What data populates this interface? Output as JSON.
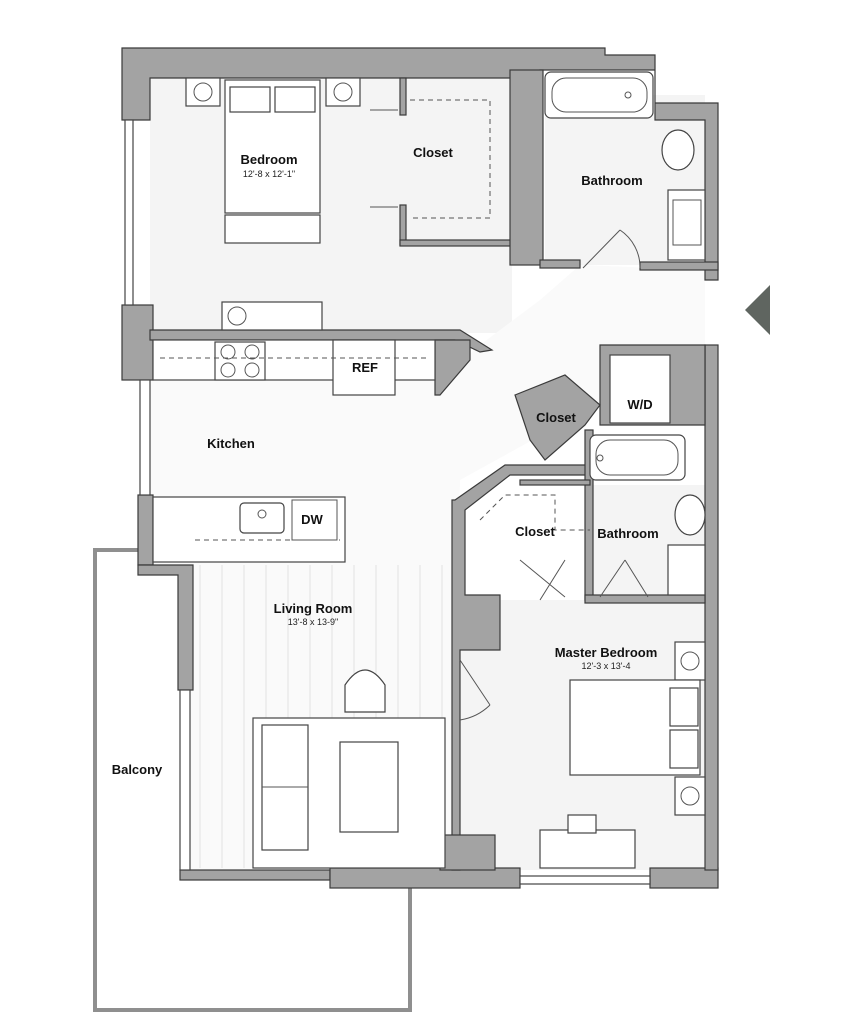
{
  "rooms": {
    "bedroom": {
      "label": "Bedroom",
      "dims": "12'-8 x 12'-1\""
    },
    "closet_1": {
      "label": "Closet"
    },
    "bathroom_1": {
      "label": "Bathroom"
    },
    "kitchen": {
      "label": "Kitchen"
    },
    "closet_2": {
      "label": "Closet"
    },
    "closet_3": {
      "label": "Closet"
    },
    "bathroom_2": {
      "label": "Bathroom"
    },
    "living_room": {
      "label": "Living Room",
      "dims": "13'-8 x 13-9\""
    },
    "master_bedroom": {
      "label": "Master Bedroom",
      "dims": "12'-3 x 13'-4"
    },
    "balcony": {
      "label": "Balcony"
    }
  },
  "fixtures": {
    "ref": "REF",
    "wd": "W/D",
    "dw": "DW"
  },
  "colors": {
    "wall": "#a3a3a3",
    "arrow": "#5f6560",
    "balcony_outline": "#9a9a9a"
  }
}
